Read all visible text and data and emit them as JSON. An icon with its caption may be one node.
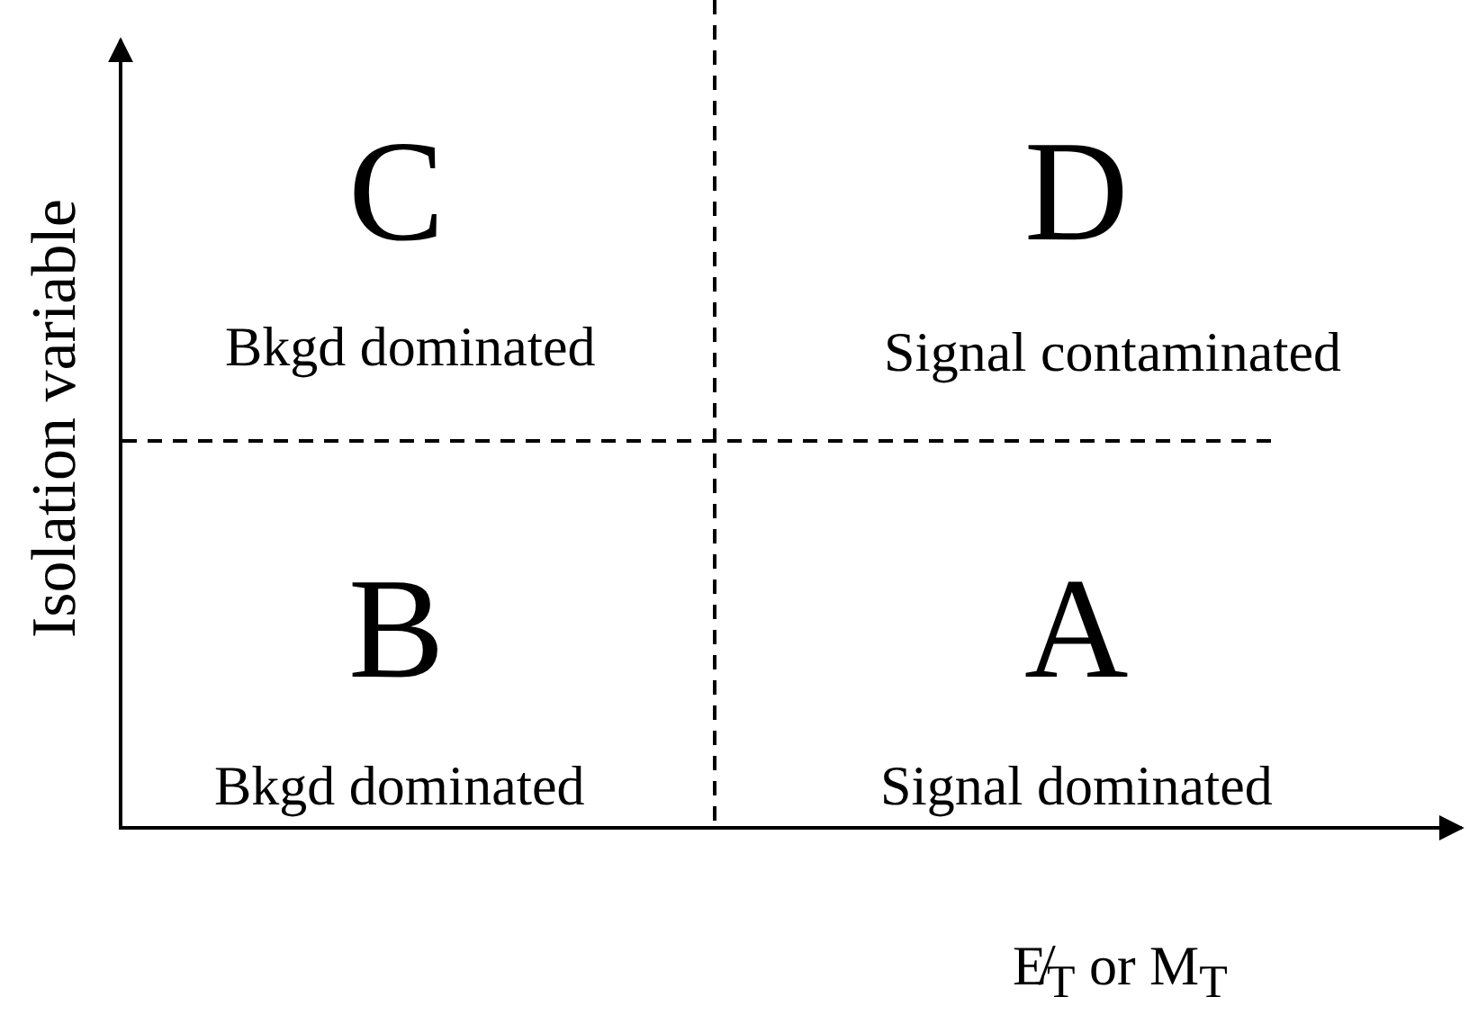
{
  "diagram": {
    "labels": [
      "Isolation variable",
      "C",
      "D",
      "Bkgd dominated",
      "Signal contaminated",
      "B",
      "A",
      "Bkgd dominated",
      "Signal dominated",
      "E̸$_{T}$ or M$_{T}$"
    ]
  }
}
